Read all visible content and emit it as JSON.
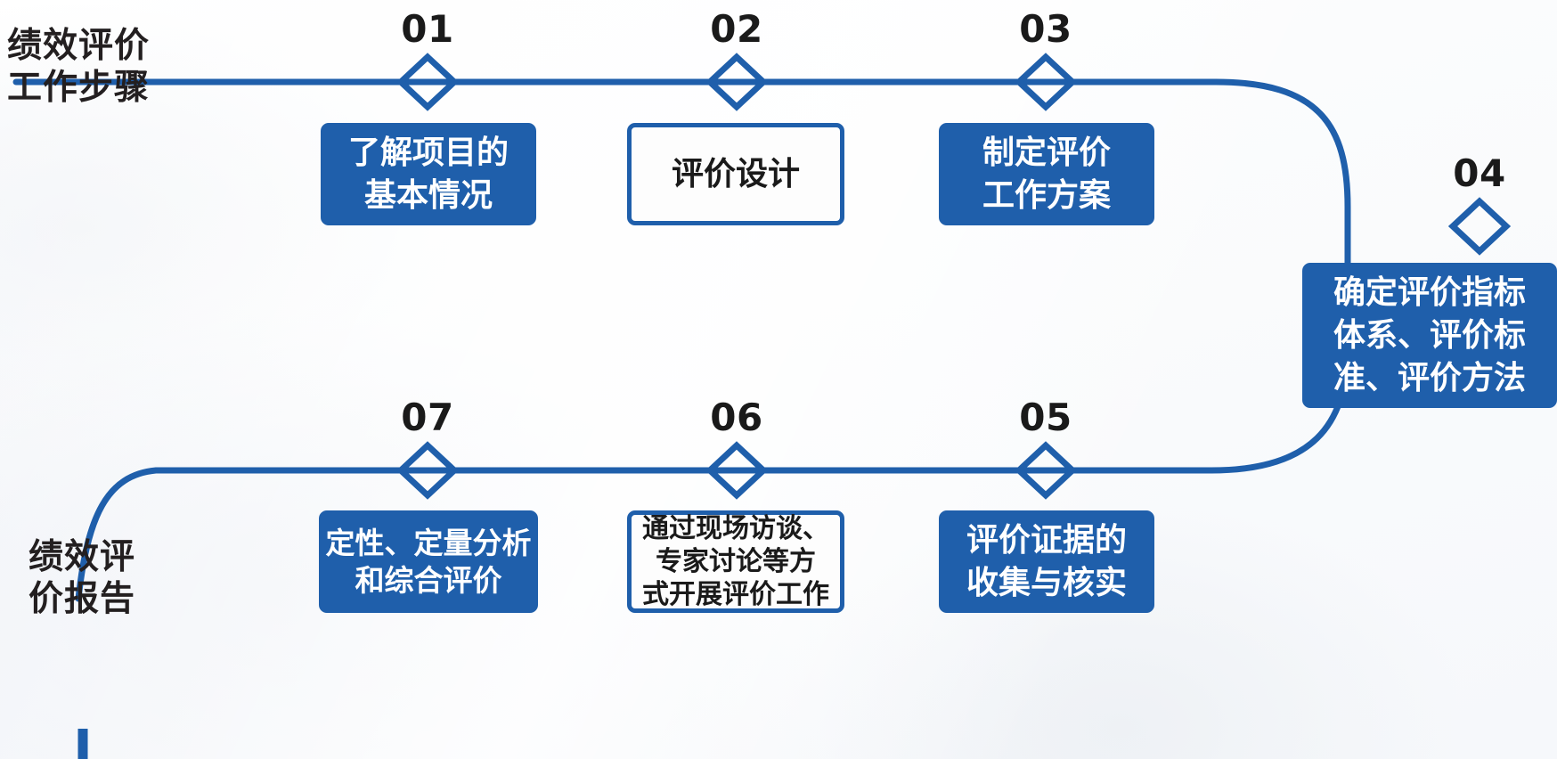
{
  "diagram": {
    "title_top": "绩效评价\n工作步骤",
    "title_bottom": "绩效评\n价报告",
    "accent_color": "#1F5FAB",
    "text_dark": "#1A1A1A",
    "steps": [
      {
        "number": "01",
        "label": "了解项目的\n基本情况",
        "style": "filled"
      },
      {
        "number": "02",
        "label": "评价设计",
        "style": "outline"
      },
      {
        "number": "03",
        "label": "制定评价\n工作方案",
        "style": "filled"
      },
      {
        "number": "04",
        "label": "确定评价指标\n体系、评价标\n准、评价方法",
        "style": "filled"
      },
      {
        "number": "05",
        "label": "评价证据的\n收集与核实",
        "style": "filled"
      },
      {
        "number": "06",
        "label": "通过现场访谈、\n专家讨论等方\n式开展评价工作",
        "style": "outline"
      },
      {
        "number": "07",
        "label": "定性、定量分析\n和综合评价",
        "style": "filled"
      }
    ],
    "icons": {
      "node_marker": "diamond-icon",
      "flow": "flow-line-icon"
    }
  }
}
